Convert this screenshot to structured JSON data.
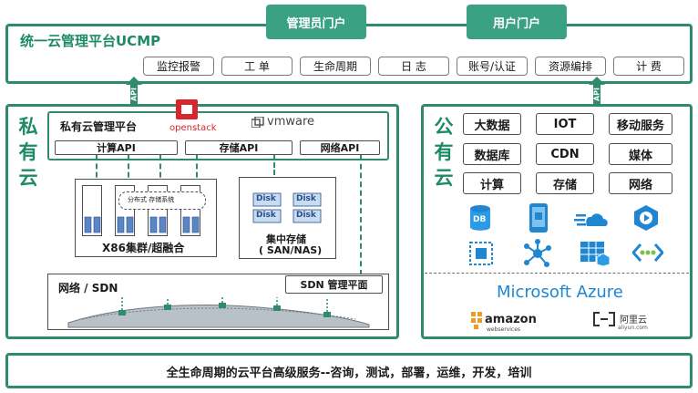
{
  "top": {
    "title": "统一云管理平台UCMP",
    "portals": [
      "管理员门户",
      "用户门户"
    ],
    "modules": [
      "监控报警",
      "工 单",
      "生命周期",
      "日 志",
      "账号/认证",
      "资源编排",
      "计 费"
    ]
  },
  "api_label": "API",
  "private_cloud": {
    "title_chars": [
      "私",
      "有",
      "云"
    ],
    "mgmt_title": "私有云管理平台",
    "openstack": "openstack",
    "vmware": "vmware",
    "apis": [
      "计算API",
      "存储API",
      "网络API"
    ],
    "cluster_inner": "分布式 存储系统",
    "cluster_label": "X86集群/超融合",
    "disk": "Disk",
    "storage_label_1": "集中存储",
    "storage_label_2": "( SAN/NAS)",
    "network_label": "网络 / SDN",
    "sdn_plane": "SDN 管理平面"
  },
  "public_cloud": {
    "title_chars": [
      "公",
      "有",
      "云"
    ],
    "services": [
      "大数据",
      "IOT",
      "移动服务",
      "数据库",
      "CDN",
      "媒体",
      "计算",
      "存储",
      "网络"
    ],
    "azure": "Microsoft Azure",
    "amazon": "amazon",
    "amazon_sub": "webservices",
    "aliyun": "阿里云",
    "aliyun_sub": "aliyun.com",
    "db_icon_text": "DB"
  },
  "bottom": {
    "text": "全生命周期的云平台高级服务--咨询，测试，部署，运维，开发，培训"
  },
  "colors": {
    "brand_green": "#2e8b6e",
    "portal_green": "#3aa283",
    "azure_blue": "#1f86d1"
  }
}
